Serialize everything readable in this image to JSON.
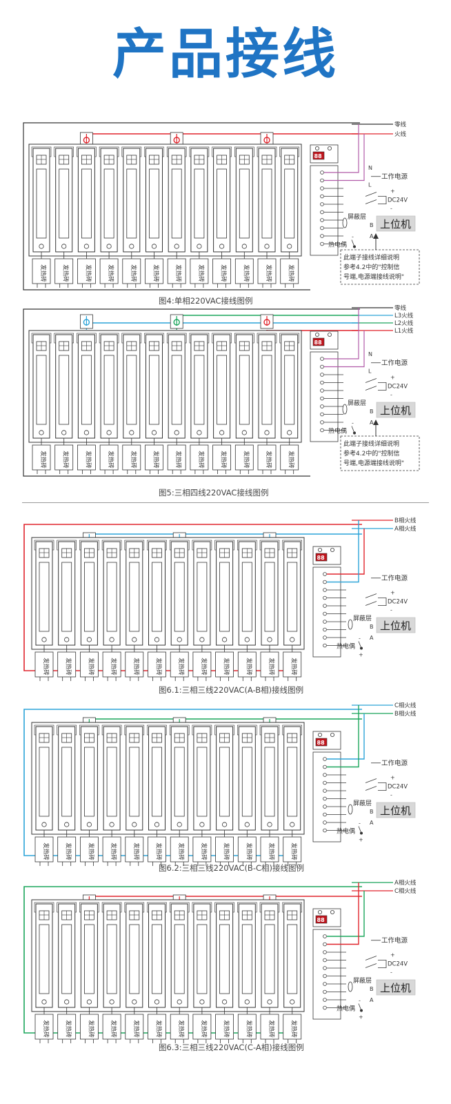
{
  "title": "产品接线",
  "module_label": "发热砖",
  "colors": {
    "red": "#e0232b",
    "blue": "#2aa3d8",
    "green": "#19a55a",
    "purple": "#b05aa8",
    "frame": "#333333"
  },
  "common": {
    "power": "工作电源",
    "dc": "DC24V",
    "shield": "屏蔽层",
    "thermo": "热电偶",
    "host": "上位机",
    "n": "N",
    "l": "L",
    "a": "A",
    "b": "B",
    "plus": "+",
    "minus": "-"
  },
  "note": [
    "此端子接线详细说明",
    "参考4.2中的\"控制信",
    "号端,电源端接线说明\""
  ],
  "diagrams": [
    {
      "kind": "single",
      "caption": "图4:单相220VAC接线图例",
      "wires": [
        {
          "label": "零线",
          "color": "frame"
        },
        {
          "label": "火线",
          "color": "red"
        }
      ],
      "top_colors": [
        "red",
        "red",
        "red"
      ],
      "loop": null
    },
    {
      "kind": "three4",
      "caption": "图5:三相四线220VAC接线图例",
      "wires": [
        {
          "label": "零线",
          "color": "frame"
        },
        {
          "label": "L3火线",
          "color": "blue"
        },
        {
          "label": "L2火线",
          "color": "green"
        },
        {
          "label": "L1火线",
          "color": "red"
        }
      ],
      "top_colors": [
        "blue",
        "green",
        "red"
      ],
      "loop": null
    },
    {
      "kind": "three3",
      "caption": "图6.1:三相三线220VAC(A-B相)接线图例",
      "wires": [
        {
          "label": "B相火线",
          "color": "red"
        },
        {
          "label": "A相火线",
          "color": "blue"
        }
      ],
      "top_colors": [
        "blue",
        "blue",
        "blue"
      ],
      "loop": "red"
    },
    {
      "kind": "three3",
      "caption": "图6.2:三相三线220VAC(B-C相)接线图例",
      "wires": [
        {
          "label": "C相火线",
          "color": "blue"
        },
        {
          "label": "B相火线",
          "color": "green"
        }
      ],
      "top_colors": [
        "green",
        "green",
        "green"
      ],
      "loop": "blue"
    },
    {
      "kind": "three3",
      "caption": "图6.3:三相三线220VAC(C-A相)接线图例",
      "wires": [
        {
          "label": "A相火线",
          "color": "green"
        },
        {
          "label": "C相火线",
          "color": "red"
        }
      ],
      "top_colors": [
        "red",
        "red",
        "red"
      ],
      "loop": "green"
    }
  ]
}
